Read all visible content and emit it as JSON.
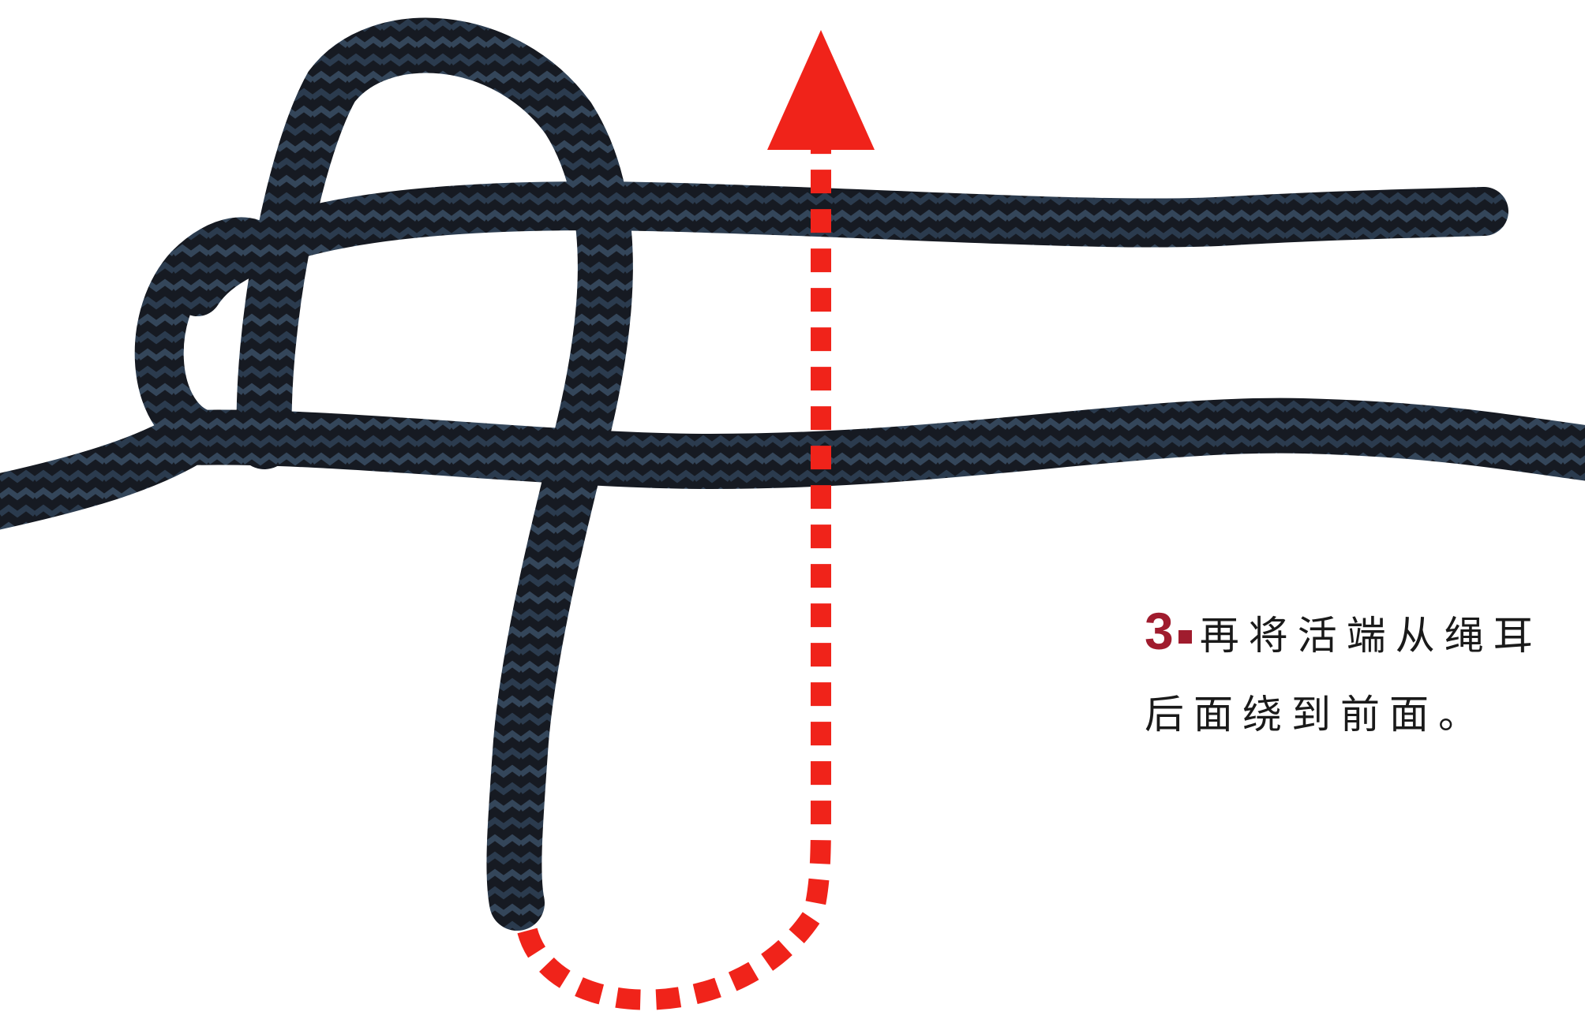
{
  "step": {
    "number": "3",
    "line1": "再将活端从绳耳",
    "line2": "后面绕到前面。"
  },
  "colors": {
    "background": "#ffffff",
    "rope": "#161a22",
    "rope_pattern": "#34465a",
    "arrow": "#f0231a",
    "step_number": "#a01c2e",
    "caption_text": "#1a1a1a"
  },
  "icons": {
    "arrow": "dashed-arrow-up-icon"
  }
}
